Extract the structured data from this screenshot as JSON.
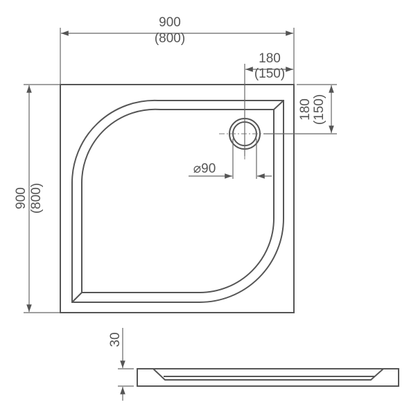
{
  "dimensions": {
    "width": {
      "primary": "900",
      "alt": "(800)"
    },
    "depth": {
      "primary": "900",
      "alt": "(800)"
    },
    "drain_offset_x": {
      "primary": "180",
      "alt": "(150)"
    },
    "drain_offset_y": {
      "primary": "180",
      "alt": "(150)"
    },
    "drain_diameter": "⌀90",
    "height": "30"
  },
  "colors": {
    "line": "#555555",
    "background": "#ffffff"
  }
}
